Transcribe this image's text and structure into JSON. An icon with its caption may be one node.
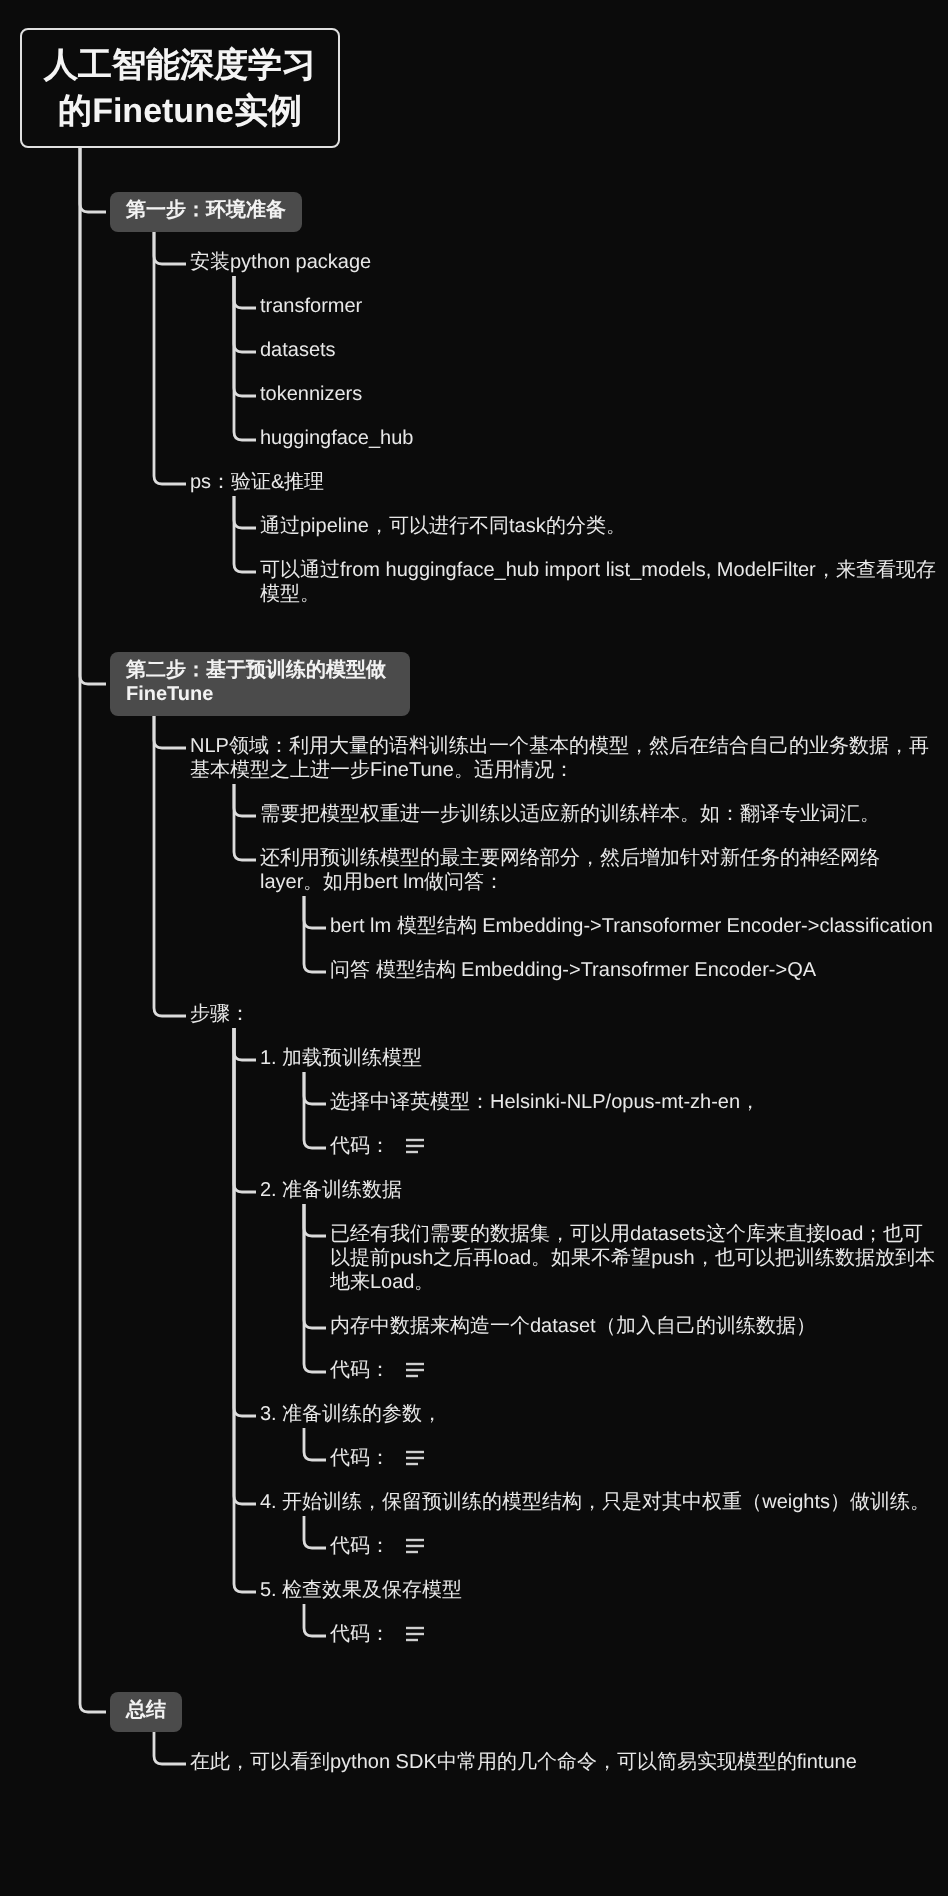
{
  "diagram": {
    "nodes": [
      {
        "text": [
          "人工智能深度学习的Finetune实例"
        ]
      },
      {
        "text": [
          "第一步：环境准备"
        ]
      },
      {
        "text": [
          "安装python package"
        ]
      },
      {
        "text": [
          "transformer"
        ]
      },
      {
        "text": [
          "datasets"
        ]
      },
      {
        "text": [
          "tokennizers"
        ]
      },
      {
        "text": [
          "huggingface_hub"
        ]
      },
      {
        "text": [
          "ps：验证&推理"
        ]
      },
      {
        "text": [
          "通过pipeline，可以进行不同task的分类。"
        ]
      },
      {
        "text": [
          "可以通过from huggingface_hub import list_models, ModelFilter，来查看现存模型。"
        ]
      },
      {
        "text": [
          "第二步：基于预训练的模型做FineTune"
        ]
      },
      {
        "text": [
          "NLP领域：利用大量的语料训练出一个基本的模型，然后在结合自己的业务数据，再基本模型之上进一步FineTune。适用情况："
        ]
      },
      {
        "text": [
          "需要把模型权重进一步训练以适应新的训练样本。如：翻译专业词汇。"
        ]
      },
      {
        "text": [
          "还利用预训练模型的最主要网络部分，然后增加针对新任务的神经网络layer。如用bert lm做问答："
        ]
      },
      {
        "text": [
          "bert lm 模型结构 Embedding->Transoformer Encoder->classification"
        ]
      },
      {
        "text": [
          "问答 模型结构 Embedding->Transofrmer Encoder->QA"
        ]
      },
      {
        "text": [
          "步骤："
        ]
      },
      {
        "text": [
          "1. 加载预训练模型"
        ]
      },
      {
        "text": [
          "选择中译英模型：Helsinki-NLP/opus-mt-zh-en，"
        ]
      },
      {
        "text": [
          "代码："
        ]
      },
      {
        "text": [
          "2. 准备训练数据"
        ]
      },
      {
        "text": [
          "已经有我们需要的数据集，可以用datasets这个库来直接load；也可以提前push之后再load。如果不希望push，也可以把训练数据放到本地来Load。"
        ]
      },
      {
        "text": [
          "内存中数据来构造一个dataset（加入自己的训练数据）"
        ]
      },
      {
        "text": [
          "代码："
        ]
      },
      {
        "text": [
          "3. 准备训练的参数，"
        ]
      },
      {
        "text": [
          "代码："
        ]
      },
      {
        "text": [
          "4. 开始训练，保留预训练的模型结构，只是对其中权重（weights）做训练。"
        ]
      },
      {
        "text": [
          "代码："
        ]
      },
      {
        "text": [
          "5. 检查效果及保存模型"
        ]
      },
      {
        "text": [
          "代码："
        ]
      },
      {
        "text": [
          "总结"
        ]
      },
      {
        "text": [
          "在此，可以看到python SDK中常用的几个命令，可以简易实现模型的fintune"
        ]
      }
    ],
    "edges": [
      {
        "from": 0,
        "to": 1,
        "arrow": "none"
      },
      {
        "from": 1,
        "to": 2,
        "arrow": "none"
      },
      {
        "from": 2,
        "to": 3,
        "arrow": "none"
      },
      {
        "from": 2,
        "to": 4,
        "arrow": "none"
      },
      {
        "from": 2,
        "to": 5,
        "arrow": "none"
      },
      {
        "from": 2,
        "to": 6,
        "arrow": "none"
      },
      {
        "from": 1,
        "to": 7,
        "arrow": "none"
      },
      {
        "from": 7,
        "to": 8,
        "arrow": "none"
      },
      {
        "from": 7,
        "to": 9,
        "arrow": "none"
      },
      {
        "from": 0,
        "to": 10,
        "arrow": "none"
      },
      {
        "from": 10,
        "to": 11,
        "arrow": "none"
      },
      {
        "from": 11,
        "to": 12,
        "arrow": "none"
      },
      {
        "from": 11,
        "to": 13,
        "arrow": "none"
      },
      {
        "from": 13,
        "to": 14,
        "arrow": "none"
      },
      {
        "from": 13,
        "to": 15,
        "arrow": "none"
      },
      {
        "from": 10,
        "to": 16,
        "arrow": "none"
      },
      {
        "from": 16,
        "to": 17,
        "arrow": "none"
      },
      {
        "from": 17,
        "to": 18,
        "arrow": "none"
      },
      {
        "from": 17,
        "to": 19,
        "arrow": "none"
      },
      {
        "from": 16,
        "to": 20,
        "arrow": "none"
      },
      {
        "from": 20,
        "to": 21,
        "arrow": "none"
      },
      {
        "from": 20,
        "to": 22,
        "arrow": "none"
      },
      {
        "from": 20,
        "to": 23,
        "arrow": "none"
      },
      {
        "from": 16,
        "to": 24,
        "arrow": "none"
      },
      {
        "from": 24,
        "to": 25,
        "arrow": "none"
      },
      {
        "from": 16,
        "to": 26,
        "arrow": "none"
      },
      {
        "from": 26,
        "to": 27,
        "arrow": "none"
      },
      {
        "from": 16,
        "to": 28,
        "arrow": "none"
      },
      {
        "from": 28,
        "to": 29,
        "arrow": "none"
      },
      {
        "from": 0,
        "to": 30,
        "arrow": "none"
      },
      {
        "from": 30,
        "to": 31,
        "arrow": "none"
      }
    ]
  }
}
